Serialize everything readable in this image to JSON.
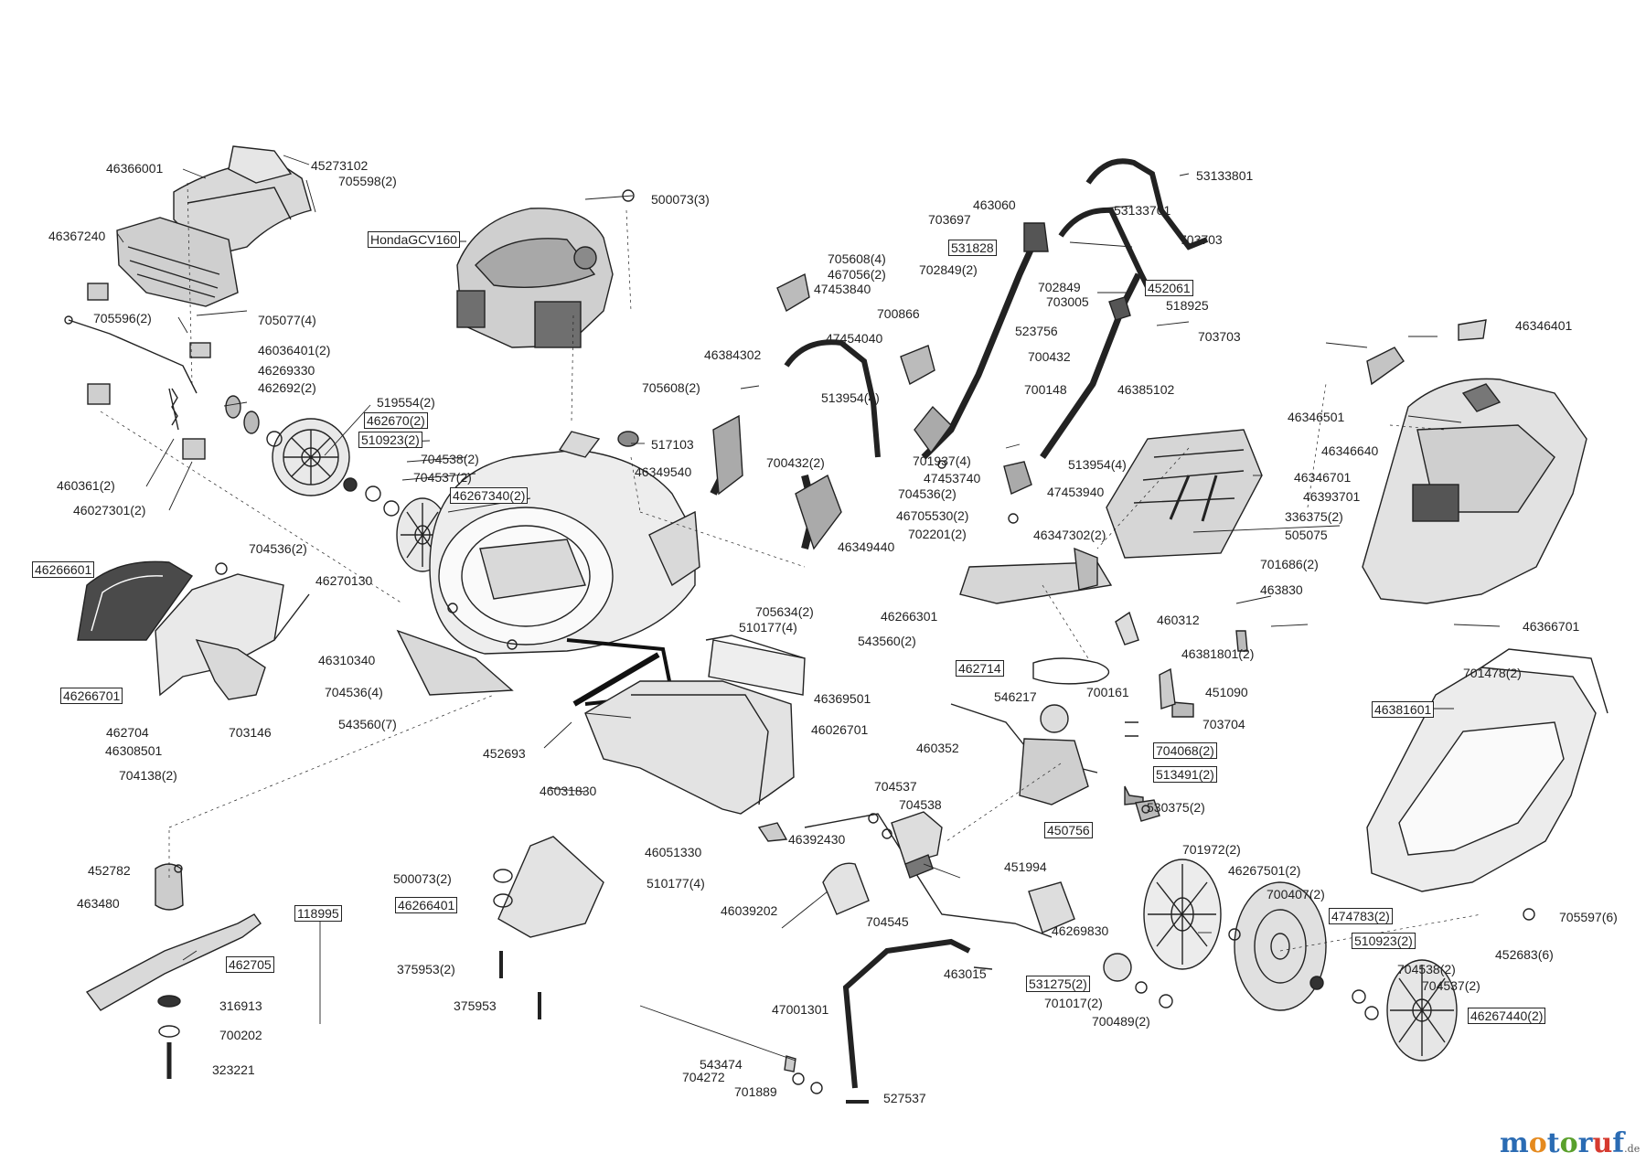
{
  "labels": {
    "l46366001": "46366001",
    "l45273102": "45273102",
    "l705598_2": "705598(2)",
    "l46367240": "46367240",
    "lHonda": "HondaGCV160",
    "l500073_3": "500073(3)",
    "l53133801": "53133801",
    "l463060": "463060",
    "l53133701": "53133701",
    "l703697": "703697",
    "l703703a": "703703",
    "l531828": "531828",
    "l705608_4": "705608(4)",
    "l467056_2": "467056(2)",
    "l47453840": "47453840",
    "l702849_2": "702849(2)",
    "l702849": "702849",
    "l452061": "452061",
    "l703005": "703005",
    "l518925": "518925",
    "l700866": "700866",
    "l703703b": "703703",
    "l46346401": "46346401",
    "l705077_4": "705077(4)",
    "l705596_2": "705596(2)",
    "l46036401_2": "46036401(2)",
    "l46269330": "46269330",
    "l462692_2": "462692(2)",
    "l519554_2": "519554(2)",
    "l462670_2": "462670(2)",
    "l510923_2a": "510923(2)",
    "l704538_2a": "704538(2)",
    "l704537_2a": "704537(2)",
    "l46267340_2": "46267340(2)",
    "l460361_2": "460361(2)",
    "l46027301_2": "46027301(2)",
    "l47454040": "47454040",
    "l523756": "523756",
    "l46384302": "46384302",
    "l700432a": "700432",
    "l700148": "700148",
    "l46385102": "46385102",
    "l705608_2": "705608(2)",
    "l513954_4a": "513954(4)",
    "l517103": "517103",
    "l46349540": "46349540",
    "l700432_2": "700432(2)",
    "l701937_4": "701937(4)",
    "l47453740": "47453740",
    "l513954_4b": "513954(4)",
    "l704536_2a": "704536(2)",
    "l47453940": "47453940",
    "l46346501": "46346501",
    "l46346640": "46346640",
    "l46346701": "46346701",
    "l46393701": "46393701",
    "l336375_2": "336375(2)",
    "l505075": "505075",
    "l46705530_2": "46705530(2)",
    "l702201_2": "702201(2)",
    "l46347302_2": "46347302(2)",
    "l46349440": "46349440",
    "l701686_2": "701686(2)",
    "l704536_2b": "704536(2)",
    "l46266601": "46266601",
    "l46270130": "46270130",
    "l463830": "463830",
    "l705634_2": "705634(2)",
    "l510177_4a": "510177(4)",
    "l46266301": "46266301",
    "l460312": "460312",
    "l46366701": "46366701",
    "l46310340": "46310340",
    "l543560_2": "543560(2)",
    "l462714": "462714",
    "l46381801_2": "46381801(2)",
    "l701478_2": "701478(2)",
    "l46266701": "46266701",
    "l704536_4": "704536(4)",
    "l46369501": "46369501",
    "l546217": "546217",
    "l700161": "700161",
    "l451090": "451090",
    "l46381601": "46381601",
    "l462704": "462704",
    "l703146": "703146",
    "l543560_7": "543560(7)",
    "l46026701": "46026701",
    "l703704": "703704",
    "l46308501": "46308501",
    "l460352": "460352",
    "l704068_2": "704068(2)",
    "l452693": "452693",
    "l704138_2": "704138(2)",
    "l513491_2": "513491(2)",
    "l46031830": "46031830",
    "l704537": "704537",
    "l704538": "704538",
    "l530375_2": "530375(2)",
    "l450756": "450756",
    "l46051330": "46051330",
    "l46392430": "46392430",
    "l701972_2": "701972(2)",
    "l452782": "452782",
    "l451994": "451994",
    "l46267501_2": "46267501(2)",
    "l500073_2": "500073(2)",
    "l510177_4b": "510177(4)",
    "l463480": "463480",
    "l118995": "118995",
    "l46266401": "46266401",
    "l700407_2": "700407(2)",
    "l46039202": "46039202",
    "l474783_2": "474783(2)",
    "l705597_6": "705597(6)",
    "l704545": "704545",
    "l46269830": "46269830",
    "l510923_2b": "510923(2)",
    "l462705": "462705",
    "l452683_6": "452683(6)",
    "l375953_2": "375953(2)",
    "l463015": "463015",
    "l531275_2": "531275(2)",
    "l704538_2b": "704538(2)",
    "l316913": "316913",
    "l375953": "375953",
    "l47001301": "47001301",
    "l701017_2": "701017(2)",
    "l704537_2b": "704537(2)",
    "l700489_2": "700489(2)",
    "l46267440_2": "46267440(2)",
    "l700202": "700202",
    "l323221": "323221",
    "l543474": "543474",
    "l704272": "704272",
    "l701889": "701889",
    "l527537": "527537"
  },
  "watermark": {
    "parts": [
      {
        "text": "m",
        "color": "#2a6bb3"
      },
      {
        "text": "o",
        "color": "#e58a1f"
      },
      {
        "text": "t",
        "color": "#2a6bb3"
      },
      {
        "text": "o",
        "color": "#5aa02c"
      },
      {
        "text": "r",
        "color": "#2a6bb3"
      },
      {
        "text": "u",
        "color": "#d63a2f"
      },
      {
        "text": "f",
        "color": "#2a6bb3"
      }
    ],
    "suffix": ".de"
  }
}
